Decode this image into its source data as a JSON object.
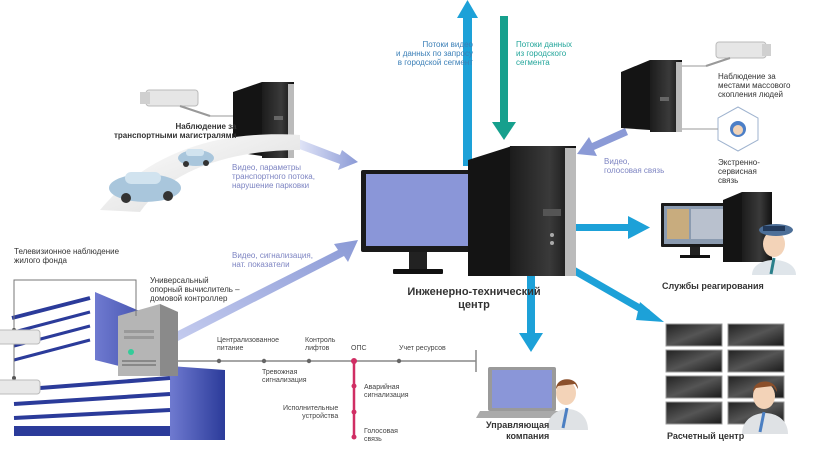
{
  "title": "Инженерно-технический центр — схема информационных потоков",
  "colors": {
    "arrow_blue": "#1da1d8",
    "arrow_teal": "#16a08d",
    "arrow_lavender": "#8b9ad6",
    "building_blue": "#2b3b9a",
    "ops_line": "#d02e64",
    "monitor_screen": "#8a96d8"
  },
  "labels": {
    "top_left_flow": [
      "Потоки видео",
      "и данных по запросу",
      "в городской сегмент"
    ],
    "top_right_flow": [
      "Потоки данных",
      "из городского",
      "сегмента"
    ],
    "traffic": [
      "Наблюдение за",
      "транспортными магистралями"
    ],
    "traffic_flow": [
      "Видео, параметры",
      "транспортного потока,",
      "нарушение парковки"
    ],
    "crowd": [
      "Наблюдение за",
      "местами массового",
      "скопления людей"
    ],
    "emergency": [
      "Экстренно-",
      "сервисная",
      "связь"
    ],
    "voice_video": [
      "Видео,",
      "голосовая связь"
    ],
    "tv_housing": [
      "Телевизионное наблюдение",
      "жилого фонда"
    ],
    "universal": [
      "Универсальный",
      "опорный вычислитель –",
      "домовой контроллер"
    ],
    "video_signal": [
      "Видео, сигнализация,",
      "нат. показатели"
    ],
    "center": [
      "Инженерно-технический",
      "центр"
    ],
    "response": "Службы реагирования",
    "management": [
      "Управляющая",
      "компания"
    ],
    "billing": "Расчетный центр"
  },
  "bus": {
    "top": [
      [
        "Централизованное",
        "питание"
      ],
      [
        "Контроль",
        "лифтов"
      ],
      [
        "ОПС"
      ],
      [
        "Учет ресурсов"
      ]
    ],
    "bottom": [
      [
        "Тревожная",
        "сигнализация"
      ]
    ],
    "ops_branch_right": [
      [
        "Аварийная",
        "сигнализация"
      ],
      [
        "Голосовая",
        "связь"
      ]
    ],
    "ops_branch_left": [
      [
        "Исполнительные",
        "устройства"
      ]
    ]
  }
}
